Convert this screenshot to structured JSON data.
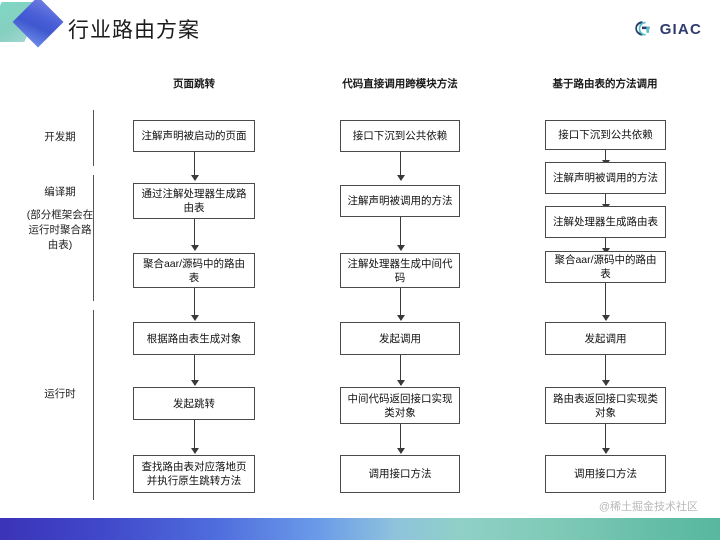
{
  "header": {
    "title": "行业路由方案",
    "brand": "GIAC",
    "brand_color": "#2f3c6e"
  },
  "diagram": {
    "column_headers": [
      {
        "label": "页面跳转"
      },
      {
        "label": "代码直接调用跨模块方法"
      },
      {
        "label": "基于路由表的方法调用"
      }
    ],
    "phases": [
      {
        "label": "开发期",
        "note": ""
      },
      {
        "label": "编译期",
        "note": "(部分框架会在运行时聚合路由表)"
      },
      {
        "label": "运行时",
        "note": ""
      }
    ],
    "columns": [
      {
        "name": "页面跳转",
        "nodes": [
          "注解声明被启动的页面",
          "通过注解处理器生成路由表",
          "聚合aar/源码中的路由表",
          "根据路由表生成对象",
          "发起跳转",
          "查找路由表对应落地页并执行原生跳转方法"
        ]
      },
      {
        "name": "代码直接调用跨模块方法",
        "nodes": [
          "接口下沉到公共依赖",
          "注解声明被调用的方法",
          "注解处理器生成中间代码",
          "发起调用",
          "中间代码返回接口实现类对象",
          "调用接口方法"
        ]
      },
      {
        "name": "基于路由表的方法调用",
        "nodes": [
          "接口下沉到公共依赖",
          "注解声明被调用的方法",
          "注解处理器生成路由表",
          "聚合aar/源码中的路由表",
          "发起调用",
          "路由表返回接口实现类对象",
          "调用接口方法"
        ]
      }
    ]
  },
  "footer": {
    "watermark": "@稀土掘金技术社区"
  }
}
